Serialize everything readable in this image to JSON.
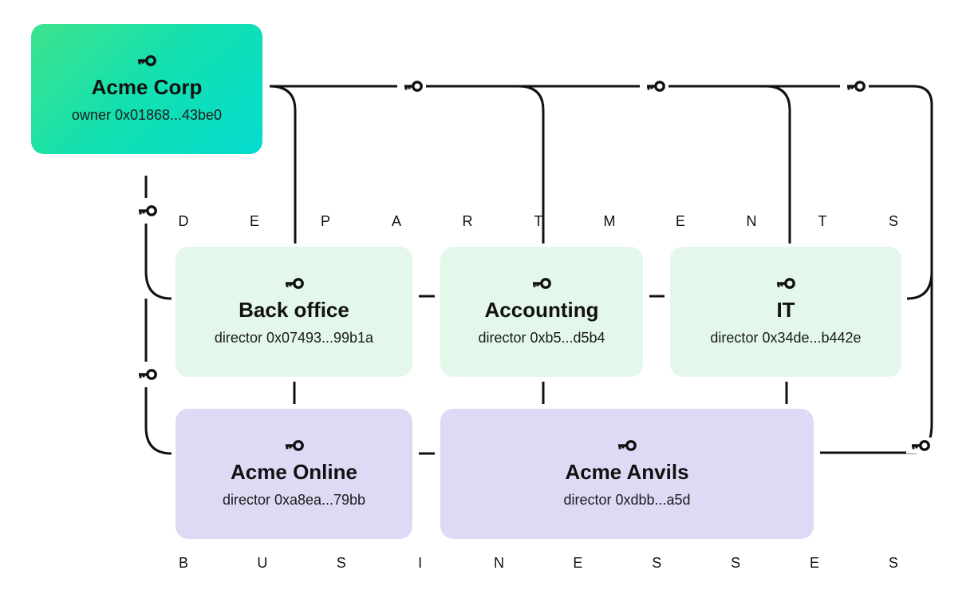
{
  "owner": {
    "title": "Acme Corp",
    "subtitle": "owner 0x01868...43be0"
  },
  "departments": {
    "label_letters": [
      "D",
      "E",
      "P",
      "A",
      "R",
      "T",
      "M",
      "E",
      "N",
      "T",
      "S"
    ],
    "items": [
      {
        "title": "Back office",
        "subtitle": "director 0x07493...99b1a"
      },
      {
        "title": "Accounting",
        "subtitle": "director 0xb5...d5b4"
      },
      {
        "title": "IT",
        "subtitle": "director 0x34de...b442e"
      }
    ]
  },
  "businesses": {
    "label_letters": [
      "B",
      "U",
      "S",
      "I",
      "N",
      "E",
      "S",
      "S",
      "E",
      "S"
    ],
    "items": [
      {
        "title": "Acme Online",
        "subtitle": "director 0xa8ea...79bb"
      },
      {
        "title": "Acme Anvils",
        "subtitle": "director 0xdbb...a5d"
      }
    ]
  },
  "colors": {
    "owner_gradient_start": "#3ee38d",
    "owner_gradient_end": "#05dcd0",
    "department_fill": "#e3f7ea",
    "business_fill": "#dedaf6",
    "line": "#111111"
  },
  "icons": {
    "key": "key-icon"
  }
}
